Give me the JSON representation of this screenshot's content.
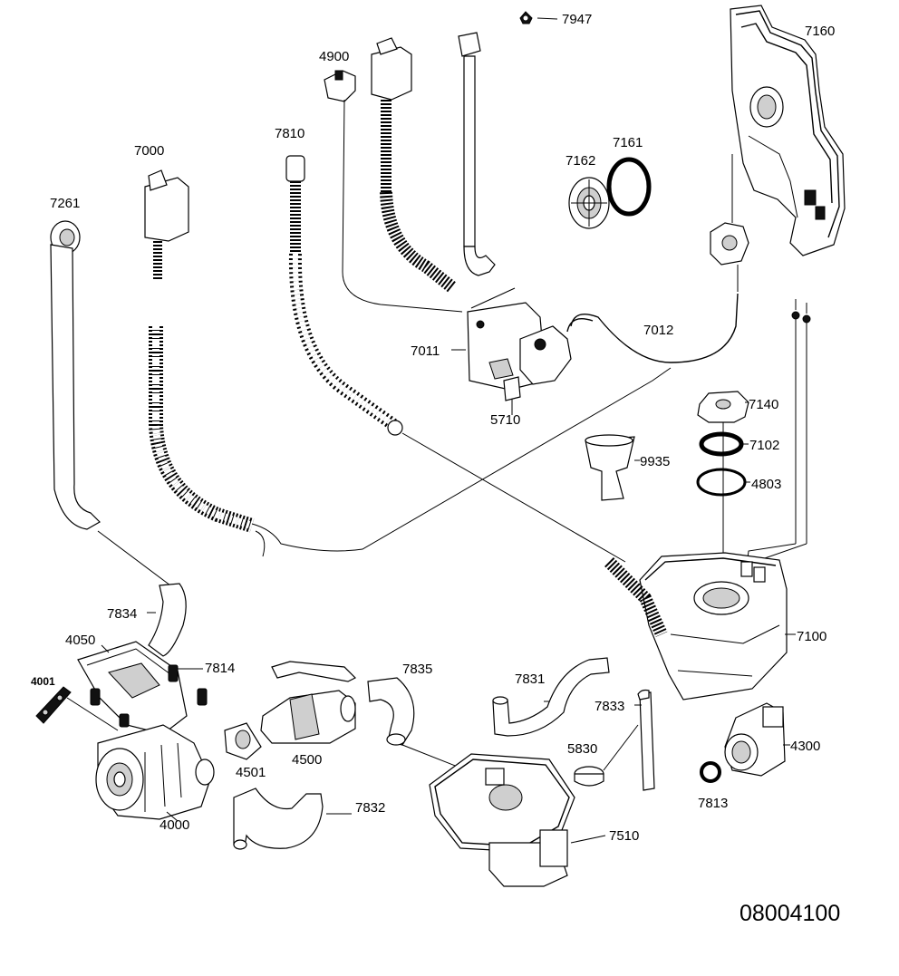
{
  "diagram": {
    "code": "08004100",
    "labels": {
      "l7947": "7947",
      "l7160": "7160",
      "l4900": "4900",
      "l7810": "7810",
      "l7000": "7000",
      "l7161": "7161",
      "l7162": "7162",
      "l7261": "7261",
      "l7012": "7012",
      "l7011": "7011",
      "l5710": "5710",
      "l7140": "7140",
      "l7102": "7102",
      "l9935": "9935",
      "l4803": "4803",
      "l7834": "7834",
      "l4050": "4050",
      "l7814": "7814",
      "l4001": "4001",
      "l7835": "7835",
      "l7831": "7831",
      "l7833": "7833",
      "l7100": "7100",
      "l4501": "4501",
      "l4500": "4500",
      "l5830": "5830",
      "l4300": "4300",
      "l7832": "7832",
      "l4000": "4000",
      "l7813": "7813",
      "l7510": "7510"
    }
  }
}
